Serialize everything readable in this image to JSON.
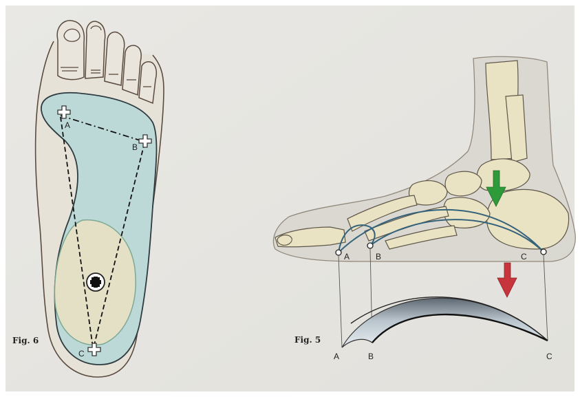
{
  "figures": [
    {
      "id": "fig6",
      "label": "Fig. 6",
      "points": [
        "A",
        "B",
        "C"
      ]
    },
    {
      "id": "fig5",
      "label": "Fig. 5",
      "points": [
        "A",
        "B",
        "C"
      ]
    }
  ],
  "colors": {
    "page": "#e7e6e1",
    "foot_outline": "#5a4a3e",
    "sole_region": "#bcd9d8",
    "heel_region": "#e7e1c4",
    "bone": "#e9e2c3",
    "arch_line": "#34627a",
    "green_arrow": "#2f9a3a",
    "red_arrow": "#c8343c"
  }
}
